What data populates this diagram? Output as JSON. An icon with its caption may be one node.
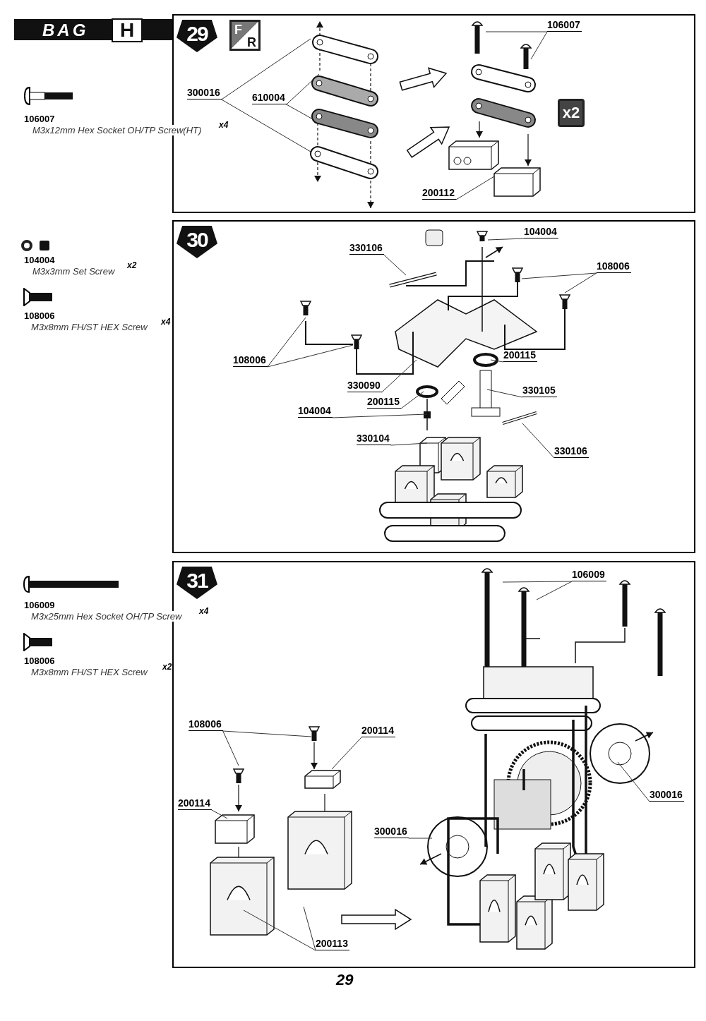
{
  "diagram": {
    "nodes": [
      {
        "text": [
          "29"
        ]
      },
      {
        "text": [
          "F",
          "R"
        ],
        "in": 0
      },
      {
        "text": [
          "300016"
        ],
        "in": 0
      },
      {
        "text": [
          "610004"
        ],
        "in": 0
      },
      {
        "text": [
          "106007"
        ],
        "in": 0
      },
      {
        "text": [
          "200112"
        ],
        "in": 0
      },
      {
        "text": [
          "x2"
        ],
        "in": 0
      },
      {
        "text": [
          "30"
        ]
      },
      {
        "text": [
          "104004"
        ],
        "in": 7
      },
      {
        "text": [
          "330106"
        ],
        "in": 7
      },
      {
        "text": [
          "108006"
        ],
        "in": 7
      },
      {
        "text": [
          "108006"
        ],
        "in": 7
      },
      {
        "text": [
          "200115"
        ],
        "in": 7
      },
      {
        "text": [
          "330090"
        ],
        "in": 7
      },
      {
        "text": [
          "200115"
        ],
        "in": 7
      },
      {
        "text": [
          "330105"
        ],
        "in": 7
      },
      {
        "text": [
          "104004"
        ],
        "in": 7
      },
      {
        "text": [
          "330104"
        ],
        "in": 7
      },
      {
        "text": [
          "330106"
        ],
        "in": 7
      },
      {
        "text": [
          "31"
        ]
      },
      {
        "text": [
          "106009"
        ],
        "in": 19
      },
      {
        "text": [
          "108006"
        ],
        "in": 19
      },
      {
        "text": [
          "200114"
        ],
        "in": 19
      },
      {
        "text": [
          "200114"
        ],
        "in": 19
      },
      {
        "text": [
          "300016"
        ],
        "in": 19
      },
      {
        "text": [
          "300016"
        ],
        "in": 19
      },
      {
        "text": [
          "200113"
        ],
        "in": 19
      }
    ],
    "edges": [
      {
        "from": 2,
        "to": null,
        "arrow": "none"
      },
      {
        "from": 2,
        "to": null,
        "arrow": "none"
      },
      {
        "from": 3,
        "to": null,
        "arrow": "none"
      },
      {
        "from": 3,
        "to": null,
        "arrow": "none"
      },
      {
        "from": 4,
        "to": null,
        "arrow": "none"
      },
      {
        "from": 4,
        "to": null,
        "arrow": "none"
      },
      {
        "from": 5,
        "to": null,
        "arrow": "none"
      },
      {
        "from": 8,
        "to": null,
        "arrow": "none"
      },
      {
        "from": 9,
        "to": null,
        "arrow": "none"
      },
      {
        "from": 10,
        "to": null,
        "arrow": "none"
      },
      {
        "from": 10,
        "to": null,
        "arrow": "none"
      },
      {
        "from": 11,
        "to": null,
        "arrow": "none"
      },
      {
        "from": 11,
        "to": null,
        "arrow": "none"
      },
      {
        "from": 12,
        "to": null,
        "arrow": "none"
      },
      {
        "from": 13,
        "to": null,
        "arrow": "none"
      },
      {
        "from": 14,
        "to": null,
        "arrow": "none"
      },
      {
        "from": 15,
        "to": null,
        "arrow": "none"
      },
      {
        "from": 16,
        "to": null,
        "arrow": "none"
      },
      {
        "from": 17,
        "to": null,
        "arrow": "none"
      },
      {
        "from": 18,
        "to": null,
        "arrow": "none"
      },
      {
        "from": 20,
        "to": null,
        "arrow": "none"
      },
      {
        "from": 20,
        "to": null,
        "arrow": "none"
      },
      {
        "from": 21,
        "to": null,
        "arrow": "none"
      },
      {
        "from": 21,
        "to": null,
        "arrow": "none"
      },
      {
        "from": 22,
        "to": null,
        "arrow": "none"
      },
      {
        "from": 23,
        "to": null,
        "arrow": "none"
      },
      {
        "from": 24,
        "to": null,
        "arrow": "none"
      },
      {
        "from": 25,
        "to": null,
        "arrow": "none"
      },
      {
        "from": 26,
        "to": null,
        "arrow": "none"
      },
      {
        "from": 26,
        "to": null,
        "arrow": "none"
      }
    ],
    "labels": [
      "BAG",
      "H",
      "106007",
      "M3x12mm Hex Socket OH/TP Screw(HT)",
      "x4",
      "104004",
      "M3x3mm Set Screw",
      "x2",
      "108006",
      "M3x8mm FH/ST HEX Screw",
      "x4",
      "106009",
      "M3x25mm Hex Socket OH/TP Screw",
      "x4",
      "108006",
      "M3x8mm FH/ST HEX Screw",
      "x2",
      "29"
    ]
  }
}
